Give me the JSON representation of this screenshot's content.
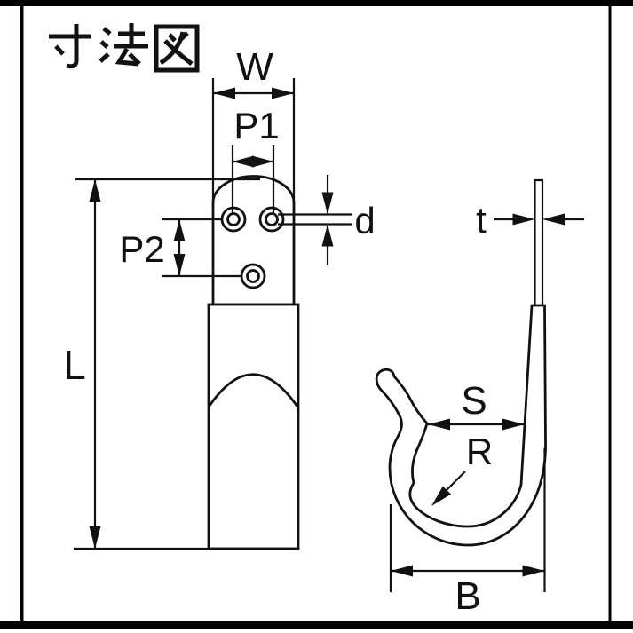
{
  "title": "寸法図",
  "colors": {
    "line": "#111111",
    "frame": "#000000",
    "background": "#ffffff"
  },
  "dims": {
    "w": "W",
    "p1": "P1",
    "p2": "P2",
    "l": "L",
    "d": "d",
    "t": "t",
    "s": "S",
    "r": "R",
    "b": "B"
  }
}
